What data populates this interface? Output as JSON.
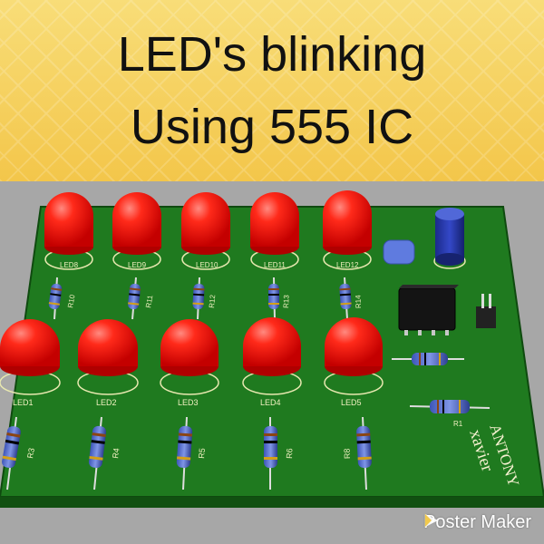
{
  "title": {
    "line1": "LED's blinking",
    "line2": "Using 555 IC"
  },
  "board": {
    "led_labels_top": [
      "LED8",
      "LED9",
      "LED10",
      "LED11",
      "LED12"
    ],
    "led_labels_bottom": [
      "LED1",
      "LED2",
      "LED3",
      "LED4",
      "LED5"
    ],
    "resistor_labels_mid": [
      "R10",
      "R11",
      "R12",
      "R13",
      "R14"
    ],
    "resistor_labels_bottom": [
      "R3",
      "R4",
      "R5",
      "R6",
      "R8"
    ],
    "resistor_label_r1": "R1",
    "signature_line1": "ANTONY",
    "signature_line2": "xavier"
  },
  "watermark": {
    "text": "Poster Maker",
    "icon": "poster-maker-logo-icon"
  },
  "colors": {
    "banner": "#f5cf5a",
    "pcb": "#1f7a1f",
    "led": "#ff1a12",
    "capacitor": "#2233aa"
  }
}
